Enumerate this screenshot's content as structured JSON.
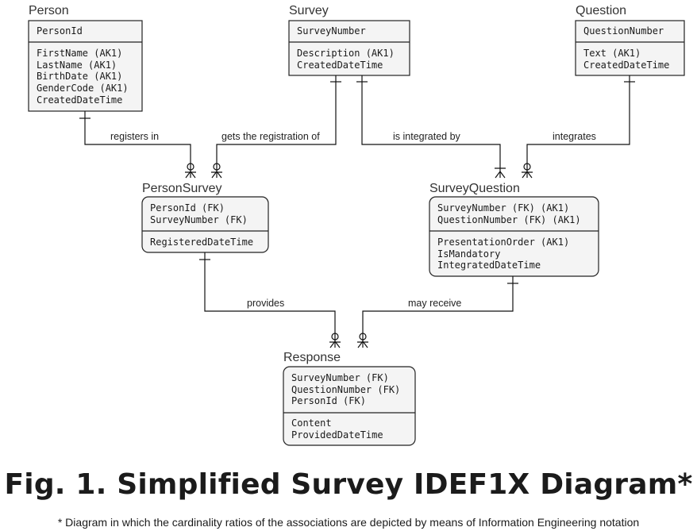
{
  "figure": {
    "title": "Fig. 1. Simplified Survey IDEF1X Diagram*",
    "note": "* Diagram in which the cardinality ratios of the associations are depicted by means of Information Engineering notation"
  },
  "entities": {
    "person": {
      "name": "Person",
      "key": [
        "PersonId"
      ],
      "attrs": [
        "FirstName (AK1)",
        "LastName (AK1)",
        "BirthDate (AK1)",
        "GenderCode (AK1)",
        "CreatedDateTime"
      ]
    },
    "survey": {
      "name": "Survey",
      "key": [
        "SurveyNumber"
      ],
      "attrs": [
        "Description (AK1)",
        "CreatedDateTime"
      ]
    },
    "question": {
      "name": "Question",
      "key": [
        "QuestionNumber"
      ],
      "attrs": [
        "Text (AK1)",
        "CreatedDateTime"
      ]
    },
    "person_survey": {
      "name": "PersonSurvey",
      "key": [
        "PersonId (FK)",
        "SurveyNumber (FK)"
      ],
      "attrs": [
        "RegisteredDateTime"
      ]
    },
    "survey_question": {
      "name": "SurveyQuestion",
      "key": [
        "SurveyNumber (FK) (AK1)",
        "QuestionNumber (FK) (AK1)"
      ],
      "attrs": [
        "PresentationOrder (AK1)",
        "IsMandatory",
        "IntegratedDateTime"
      ]
    },
    "response": {
      "name": "Response",
      "key": [
        "SurveyNumber (FK)",
        "QuestionNumber (FK)",
        "PersonId (FK)"
      ],
      "attrs": [
        "Content",
        "ProvidedDateTime"
      ]
    }
  },
  "relationships": {
    "registers_in": "registers in",
    "gets_registration_of": "gets the registration of",
    "is_integrated_by": "is integrated by",
    "integrates": "integrates",
    "provides": "provides",
    "may_receive": "may receive"
  }
}
